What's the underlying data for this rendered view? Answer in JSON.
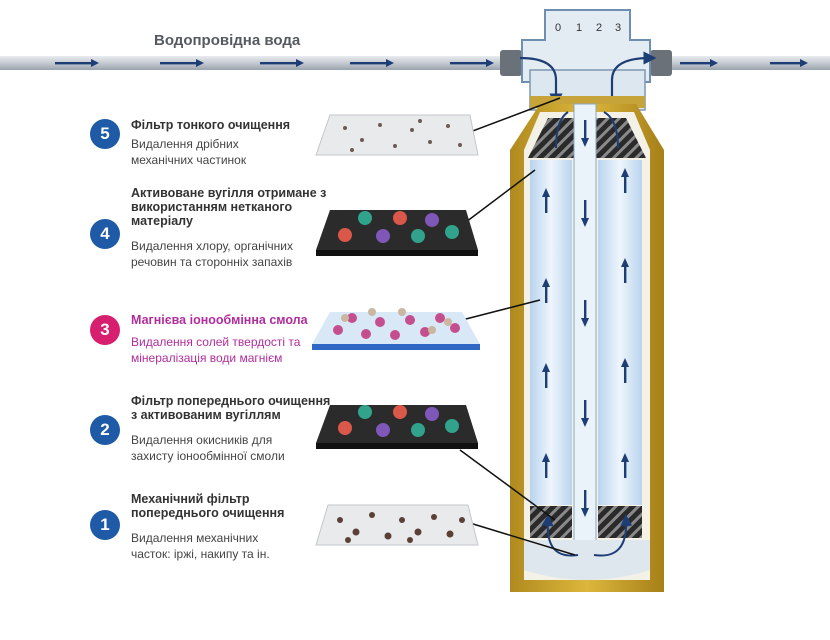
{
  "pipe": {
    "title": "Водопровідна вода"
  },
  "dial": {
    "marks": [
      "0",
      "1",
      "2",
      "3"
    ]
  },
  "colors": {
    "badge_blue": "#1e5aa6",
    "badge_magenta": "#d6206f",
    "stage3_text": "#b12d9c",
    "housing_gold": "#c9a227",
    "water_blue": "#cfe2f3",
    "arrow_navy": "#1d3d75"
  },
  "stages": [
    {
      "number": "5",
      "title": "Фільтр тонкого очищення",
      "description": [
        "Видалення дрібних",
        "механічних частинок"
      ]
    },
    {
      "number": "4",
      "title": [
        "Активоване вугілля отримане з",
        "використанням нетканого",
        "матеріалу"
      ],
      "description": [
        "Видалення хлору, органічних",
        "речовин та сторонніх запахів"
      ]
    },
    {
      "number": "3",
      "title": "Магнієва іонообмінна смола",
      "description": [
        "Видалення солей твердості та",
        "мінералізація води магнієм"
      ]
    },
    {
      "number": "2",
      "title": [
        "Фільтр попереднього очищення",
        "з активованим вугіллям"
      ],
      "description": [
        "Видалення окисників для",
        "захисту іонообмінної смоли"
      ]
    },
    {
      "number": "1",
      "title": [
        "Механічний фільтр",
        "попереднього очищення"
      ],
      "description": [
        "Видалення механічних",
        "часток: іржі, накипу та ін."
      ]
    }
  ]
}
